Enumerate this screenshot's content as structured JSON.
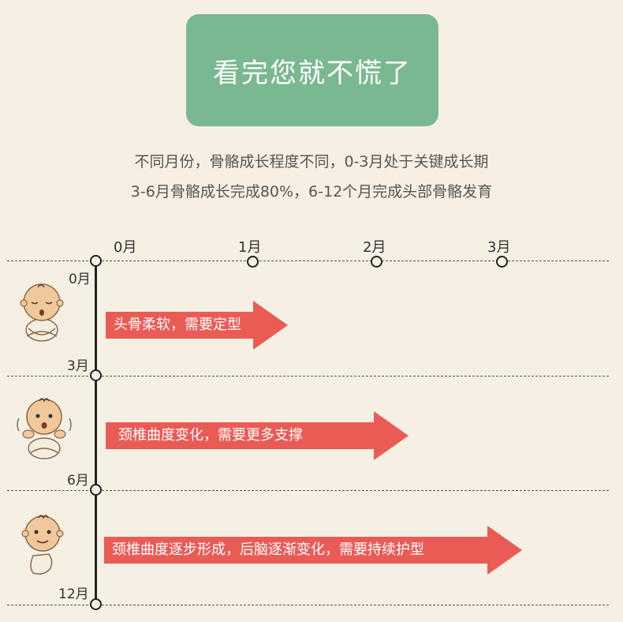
{
  "header": {
    "title": "看完您就不慌了",
    "subtitle_line1": "不同月份，骨骼成长程度不同，0-3月处于关键成长期",
    "subtitle_line2": "3-6月骨骼成长完成80%，6-12个月完成头部骨骼发育"
  },
  "timeline": {
    "top_scale": [
      "0月",
      "1月",
      "2月",
      "3月"
    ],
    "side_labels": [
      "0月",
      "3月",
      "6月",
      "12月"
    ],
    "stages": [
      {
        "text": "头骨柔软，需要定型",
        "icon": "sleeping-baby-icon"
      },
      {
        "text": "颈椎曲度变化，需要更多支撑",
        "icon": "waving-baby-icon"
      },
      {
        "text": "颈椎曲度逐步形成，后脑逐渐变化，需要持续护型",
        "icon": "sitting-baby-icon"
      }
    ]
  },
  "colors": {
    "background": "#f6f0e4",
    "title_green": "#7ab892",
    "arrow_red": "#ea5b55"
  }
}
